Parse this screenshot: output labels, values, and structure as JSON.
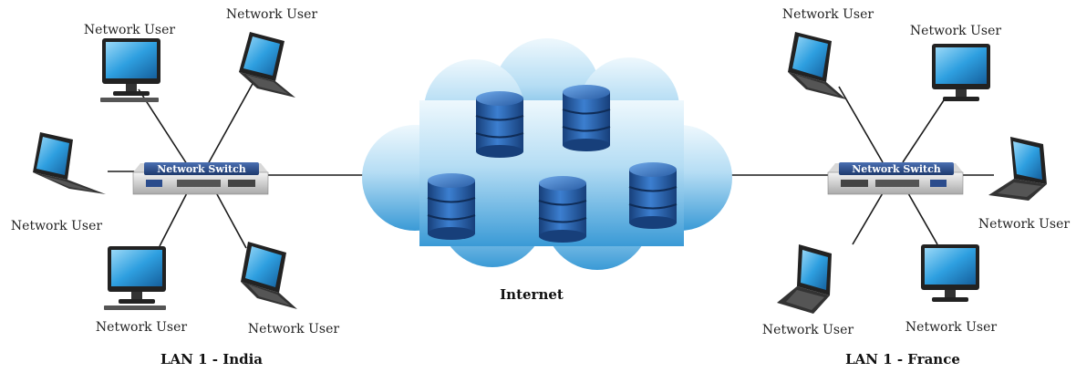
{
  "diagram": {
    "cloud_label": "Internet",
    "lans": [
      {
        "name": "LAN 1 - India",
        "switch_label": "Network Switch",
        "users": [
          "Network User",
          "Network User",
          "Network User",
          "Network User",
          "Network User"
        ]
      },
      {
        "name": "LAN 1 - France",
        "switch_label": "Network Switch",
        "users": [
          "Network User",
          "Network User",
          "Network User",
          "Network User",
          "Network User"
        ]
      }
    ]
  },
  "colors": {
    "cloud_light": "#eaf5fc",
    "cloud_dark": "#3a9ad6",
    "database": "#2a64b0",
    "screen": "#2e9fe0",
    "switch_band": "#2c4d8c",
    "wire": "#1a1a1a"
  }
}
